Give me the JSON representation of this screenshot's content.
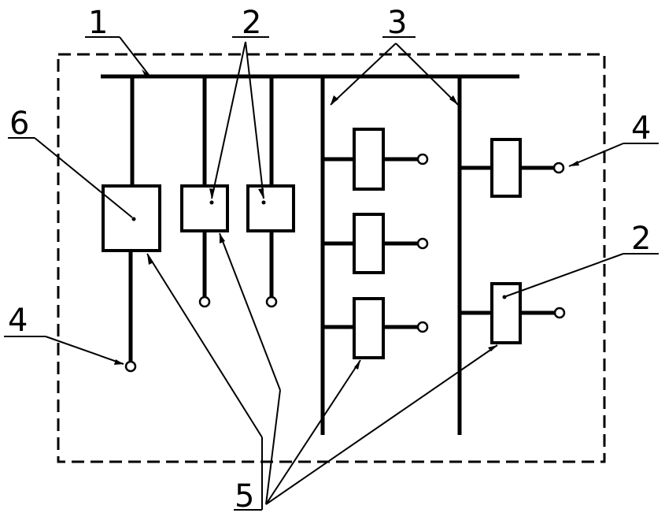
{
  "labels": {
    "bus": "1",
    "device": "2",
    "branch": "3",
    "terminal": "4",
    "connector": "5",
    "main_unit": "6"
  },
  "colors": {
    "ink": "#000000",
    "background": "#ffffff"
  }
}
